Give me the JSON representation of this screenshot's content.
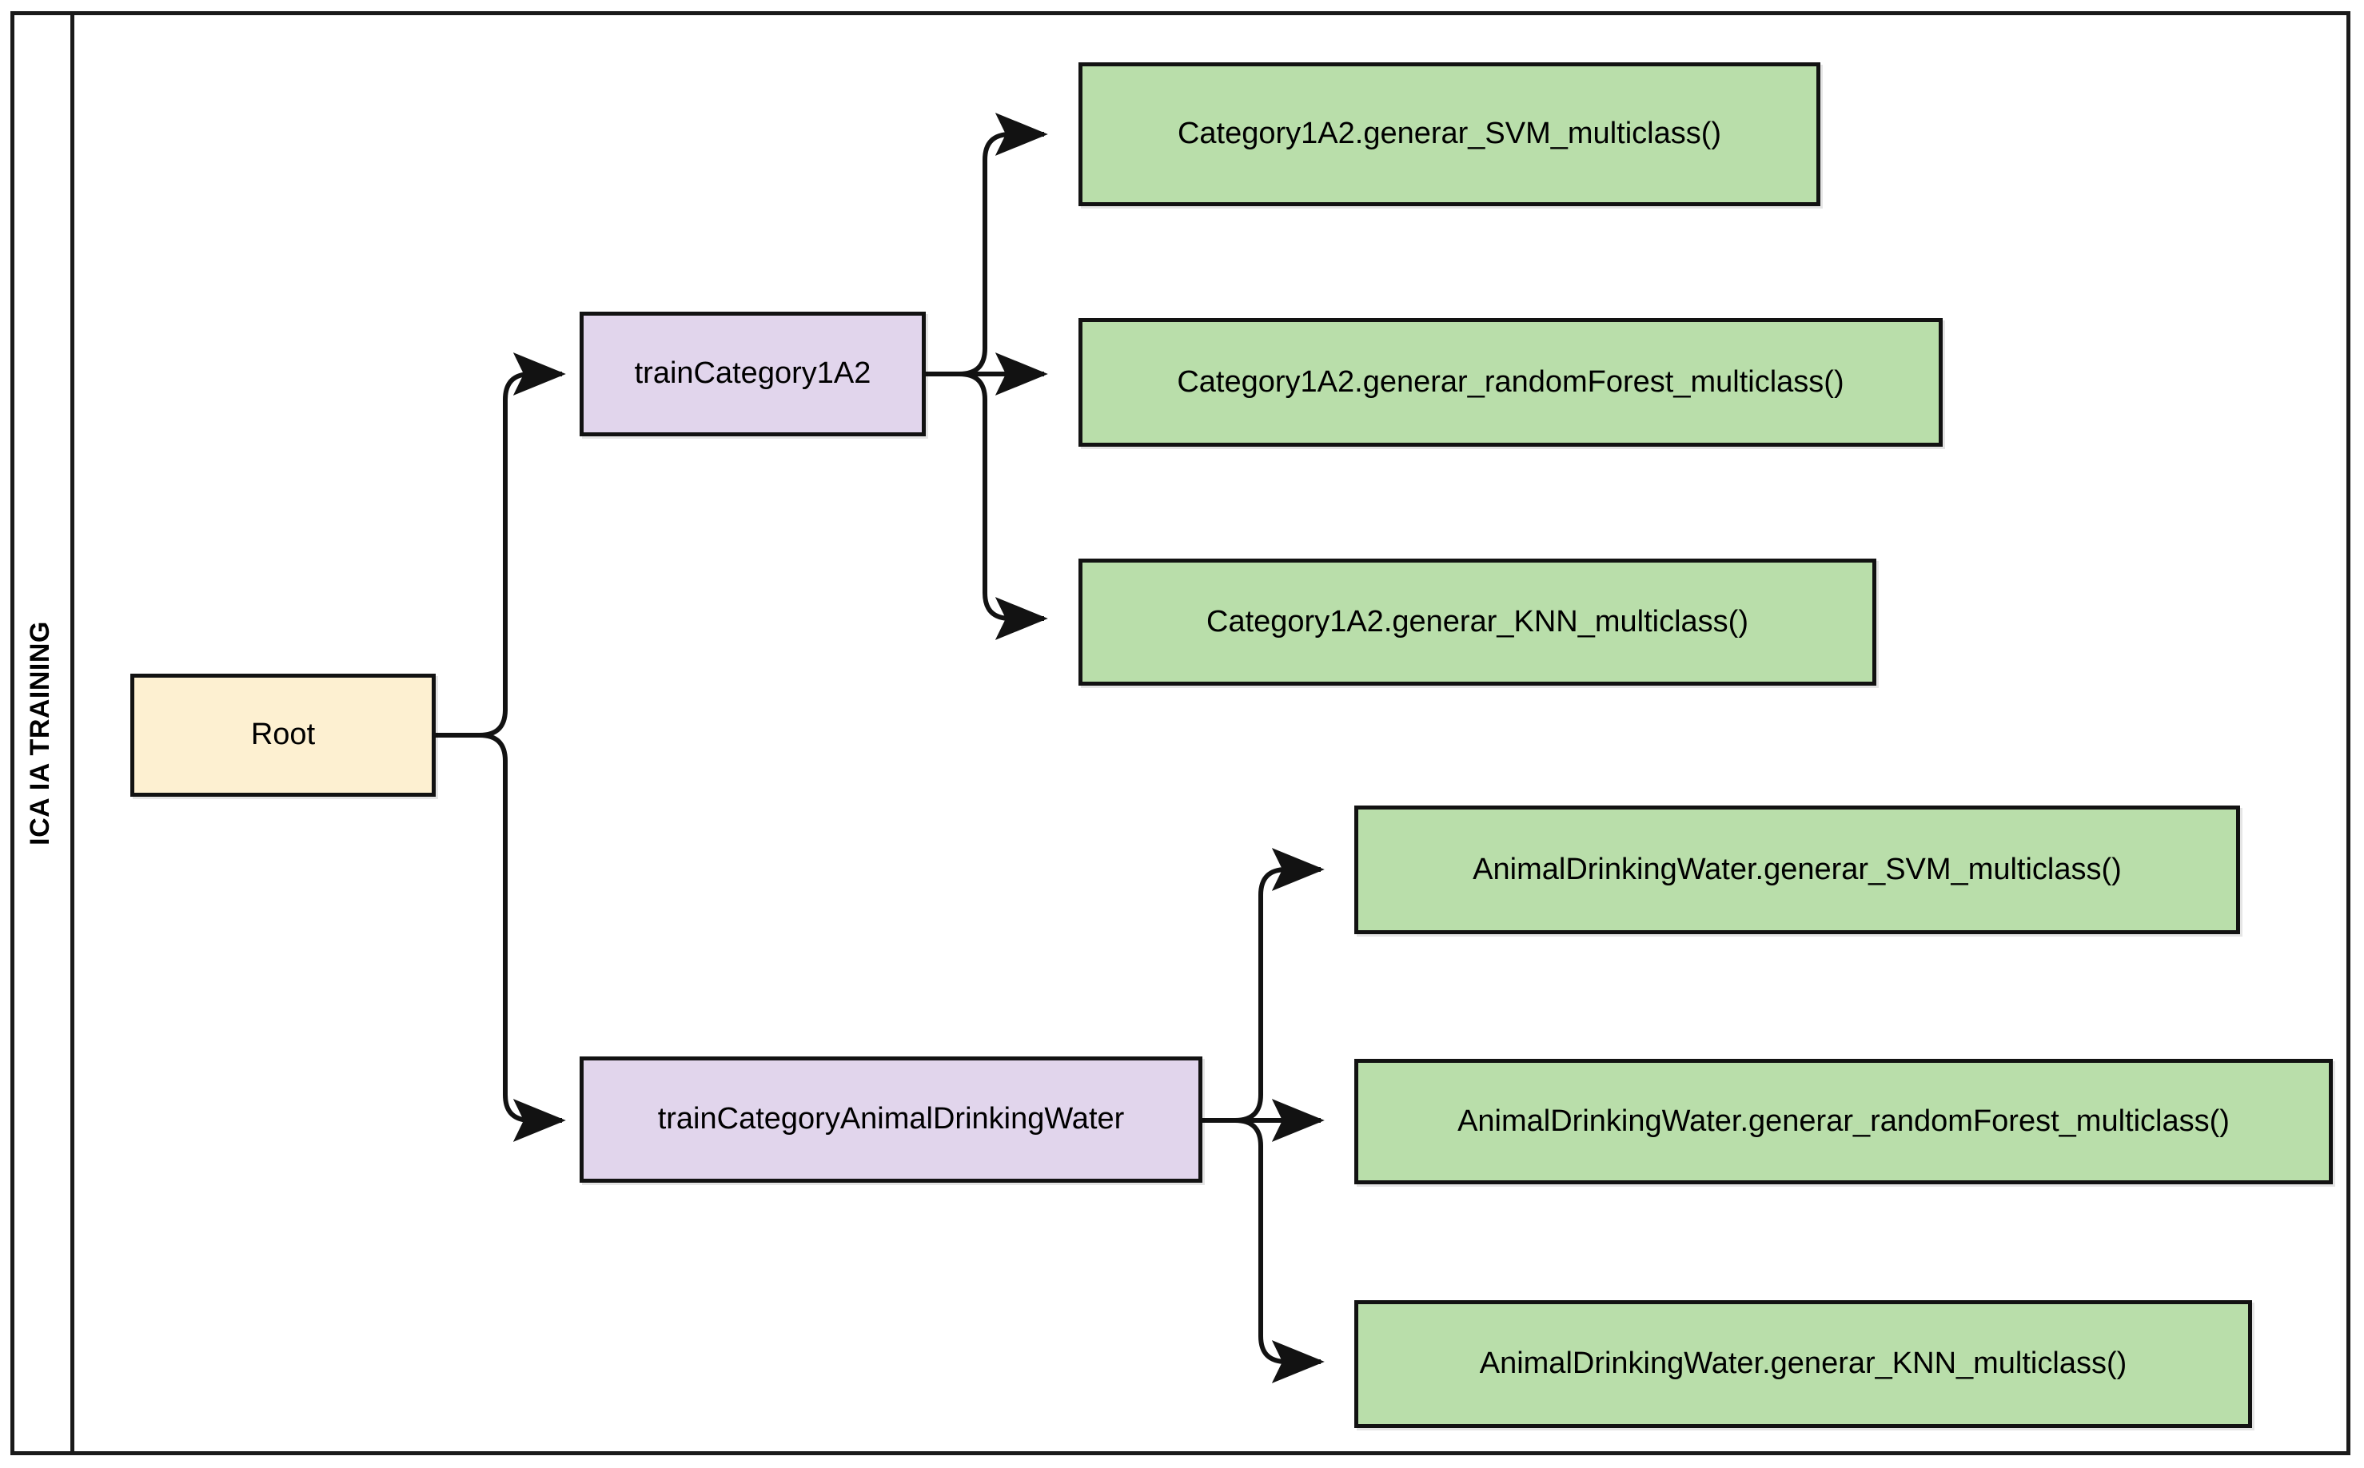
{
  "diagram": {
    "type": "flowchart",
    "lane_title": "ICA IA TRAINING",
    "colors": {
      "root_fill": "#fdf0d1",
      "group_fill": "#e1d5ec",
      "leaf_fill": "#b9deaa",
      "stroke": "#121212",
      "frame": "#1a1a1a",
      "background": "#ffffff"
    },
    "nodes": {
      "root": {
        "label": "Root",
        "kind": "root"
      },
      "group_1": {
        "label": "trainCategory1A2",
        "kind": "group"
      },
      "group_2": {
        "label": "trainCategoryAnimalDrinkingWater",
        "kind": "group"
      },
      "leaf_1": {
        "label": "Category1A2.generar_SVM_multiclass()",
        "kind": "leaf"
      },
      "leaf_2": {
        "label": "Category1A2.generar_randomForest_multiclass()",
        "kind": "leaf"
      },
      "leaf_3": {
        "label": "Category1A2.generar_KNN_multiclass()",
        "kind": "leaf"
      },
      "leaf_4": {
        "label": "AnimalDrinkingWater.generar_SVM_multiclass()",
        "kind": "leaf"
      },
      "leaf_5": {
        "label": "AnimalDrinkingWater.generar_randomForest_multiclass()",
        "kind": "leaf"
      },
      "leaf_6": {
        "label": "AnimalDrinkingWater.generar_KNN_multiclass()",
        "kind": "leaf"
      }
    },
    "edges": [
      {
        "from": "root",
        "to": "group_1"
      },
      {
        "from": "root",
        "to": "group_2"
      },
      {
        "from": "group_1",
        "to": "leaf_1"
      },
      {
        "from": "group_1",
        "to": "leaf_2"
      },
      {
        "from": "group_1",
        "to": "leaf_3"
      },
      {
        "from": "group_2",
        "to": "leaf_4"
      },
      {
        "from": "group_2",
        "to": "leaf_5"
      },
      {
        "from": "group_2",
        "to": "leaf_6"
      }
    ]
  }
}
